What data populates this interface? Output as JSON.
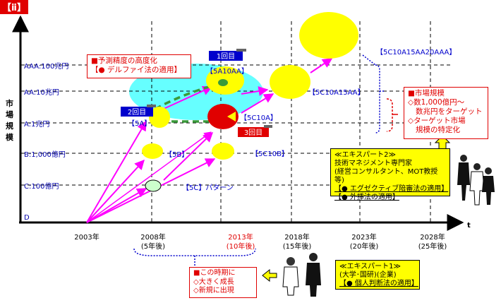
{
  "corner_label": "【ⅱ】",
  "axes": {
    "y_title": "市場規模",
    "y_levels": [
      "AAA:100兆円",
      "AA:10兆円",
      "A:1兆円",
      "B:1,000億円",
      "C:100億円",
      "D"
    ],
    "x_title": "t",
    "x_years": [
      "2003年",
      "2008年",
      "2013年",
      "2018年",
      "2023年",
      "2028年"
    ],
    "x_after": [
      "",
      "(5年後)",
      "(10年後)",
      "(15年後)",
      "(20年後)",
      "(25年後)"
    ]
  },
  "bubble_labels": {
    "b5a": "【5A】",
    "b5b": "【5B】",
    "b5c": "【5C】パターン",
    "b5a10aa": "【5A10AA】",
    "b5c10a": "【5C10A】",
    "b5c10b": "【5C10B】",
    "b5c10a15aa": "【5C10A15AA】",
    "b5c10a15aa20aaa": "【5C10A15AA20AAA】"
  },
  "rounds": {
    "first": "1回目",
    "second": "2回目",
    "third": "3回目"
  },
  "forecast_box": {
    "title": "■予測精度の高度化",
    "method": "【● デルファイ法の適用】"
  },
  "market_box": {
    "title": "■市場規模",
    "item1": "◇数1,000億円～",
    "item1b": "数兆円をターゲット",
    "item2": "◇ターゲット市場",
    "item2b": "規模の特定化"
  },
  "expert2": {
    "title": "≪エキスパート2≫",
    "line1": "技術マネジメント専門家",
    "line2": "(経営コンサルタント、MOT教授等)",
    "m1": "【● エグゼクティブ陪審法の適用】",
    "m2": "【● 外挿法の適用】"
  },
  "expert1": {
    "title": "≪エキスパート1≫",
    "line1": "(大学･国研)(企業)",
    "m1": "【● 個人判断法の適用】"
  },
  "period_box": {
    "title": "■この時期に",
    "item1": "◇大きく成長",
    "item2": "◇新規に出現"
  },
  "colors": {
    "accent_red": "#e00000",
    "arrow_magenta": "#ff00ff",
    "bubble_yellow": "#ffff00",
    "delphi_cyan": "#66ffff",
    "trend_green": "#3a9a3a",
    "round_label_blue": "#0000cc",
    "dotted_blue": "#0000cc"
  }
}
